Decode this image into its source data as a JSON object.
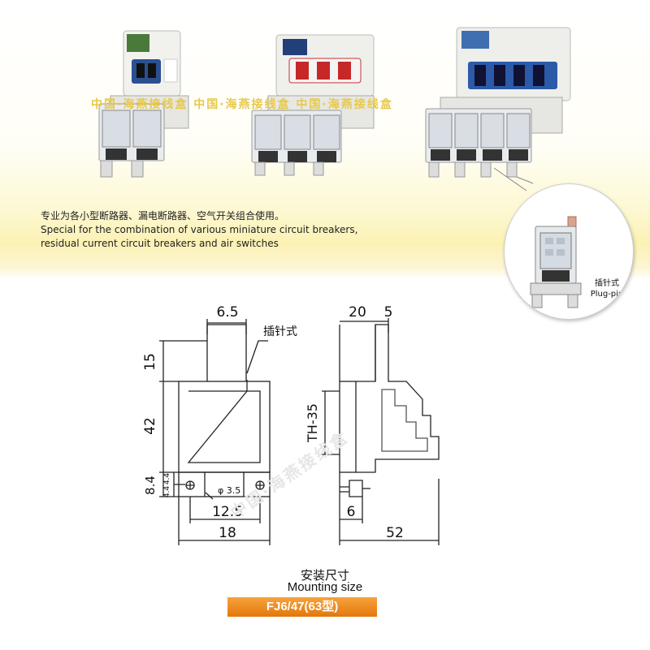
{
  "watermark_text": "中国·海燕接线盒 中国·海燕接线盒 中国·海燕接线盒",
  "description": {
    "line_cn": "专业为各小型断路器、漏电断路器、空气开关组合使用。",
    "line_en_1": "Special for the combination of various miniature circuit breakers,",
    "line_en_2": "residual current circuit breakers and air switches"
  },
  "callout": {
    "label_cn": "插针式",
    "label_en": "Plug-pin"
  },
  "drawing": {
    "front": {
      "dim_top_width": "6.5",
      "pin_label": "插针式",
      "dim_pin_height": "15",
      "dim_body_height": "42",
      "dim_foot_height": "8.4",
      "dim_half_a": "4.4",
      "dim_half_b": "4.4",
      "hole_label": "φ 3.5",
      "dim_hole_spacing": "12.5",
      "dim_width": "18"
    },
    "side": {
      "dim_a": "20",
      "dim_b": "5",
      "rail_label": "TH-35",
      "dim_pin": "6",
      "dim_length": "52"
    },
    "diagonal_watermark": "中国·海燕接线盒"
  },
  "title": {
    "cn": "安装尺寸",
    "en": "Mounting size",
    "model": "FJ6/47(63型)"
  },
  "colors": {
    "model_bg": "#f08c20",
    "line": "#222222",
    "watermark": "#e7c94a"
  }
}
